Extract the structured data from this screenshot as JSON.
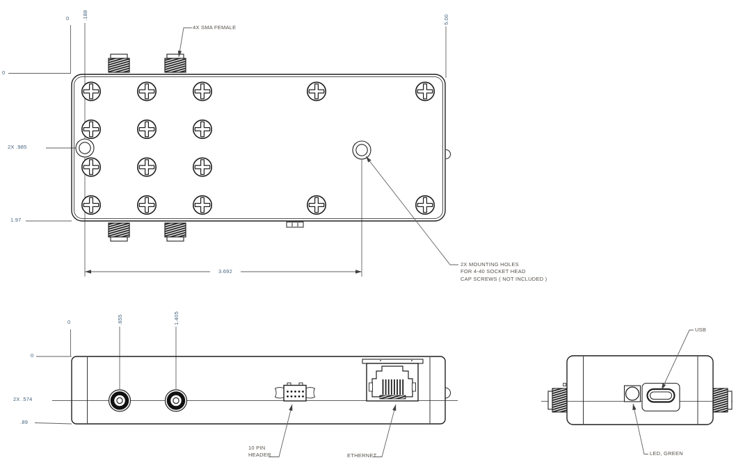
{
  "drawing_type": "mechanical-engineering-drawing",
  "top_view": {
    "labels": {
      "dim_zero_top": "0",
      "dim_188": ".188",
      "dim_500": "5.00",
      "dim_zero_left": "0",
      "dim_985": "2X .985",
      "dim_197": "1.97",
      "dim_3692": "3.692",
      "sma_callout": "4X SMA FEMALE"
    },
    "mounting_note": [
      "2X MOUNTING HOLES",
      "FOR 4-40 SOCKET HEAD",
      "CAP SCREWS ( NOT INCLUDED )"
    ]
  },
  "front_view": {
    "labels": {
      "dim_zero_top": "0",
      "dim_655": ".655",
      "dim_1405": "1.405",
      "dim_zero_left": "0",
      "dim_574": "2X .574",
      "dim_89": ".89",
      "ethernet_callout": "ETHERNET"
    },
    "header_callout": [
      "10 PIN",
      "HEADER"
    ]
  },
  "side_view": {
    "labels": {
      "usb_callout": "USB",
      "led_callout": "LED, GREEN"
    }
  },
  "colors": {
    "background": "#ffffff",
    "geometry_line": "#1f1f1f",
    "dimension_line": "#5f5f5f",
    "dimension_text": "#44627c",
    "note_text": "#55504a"
  }
}
